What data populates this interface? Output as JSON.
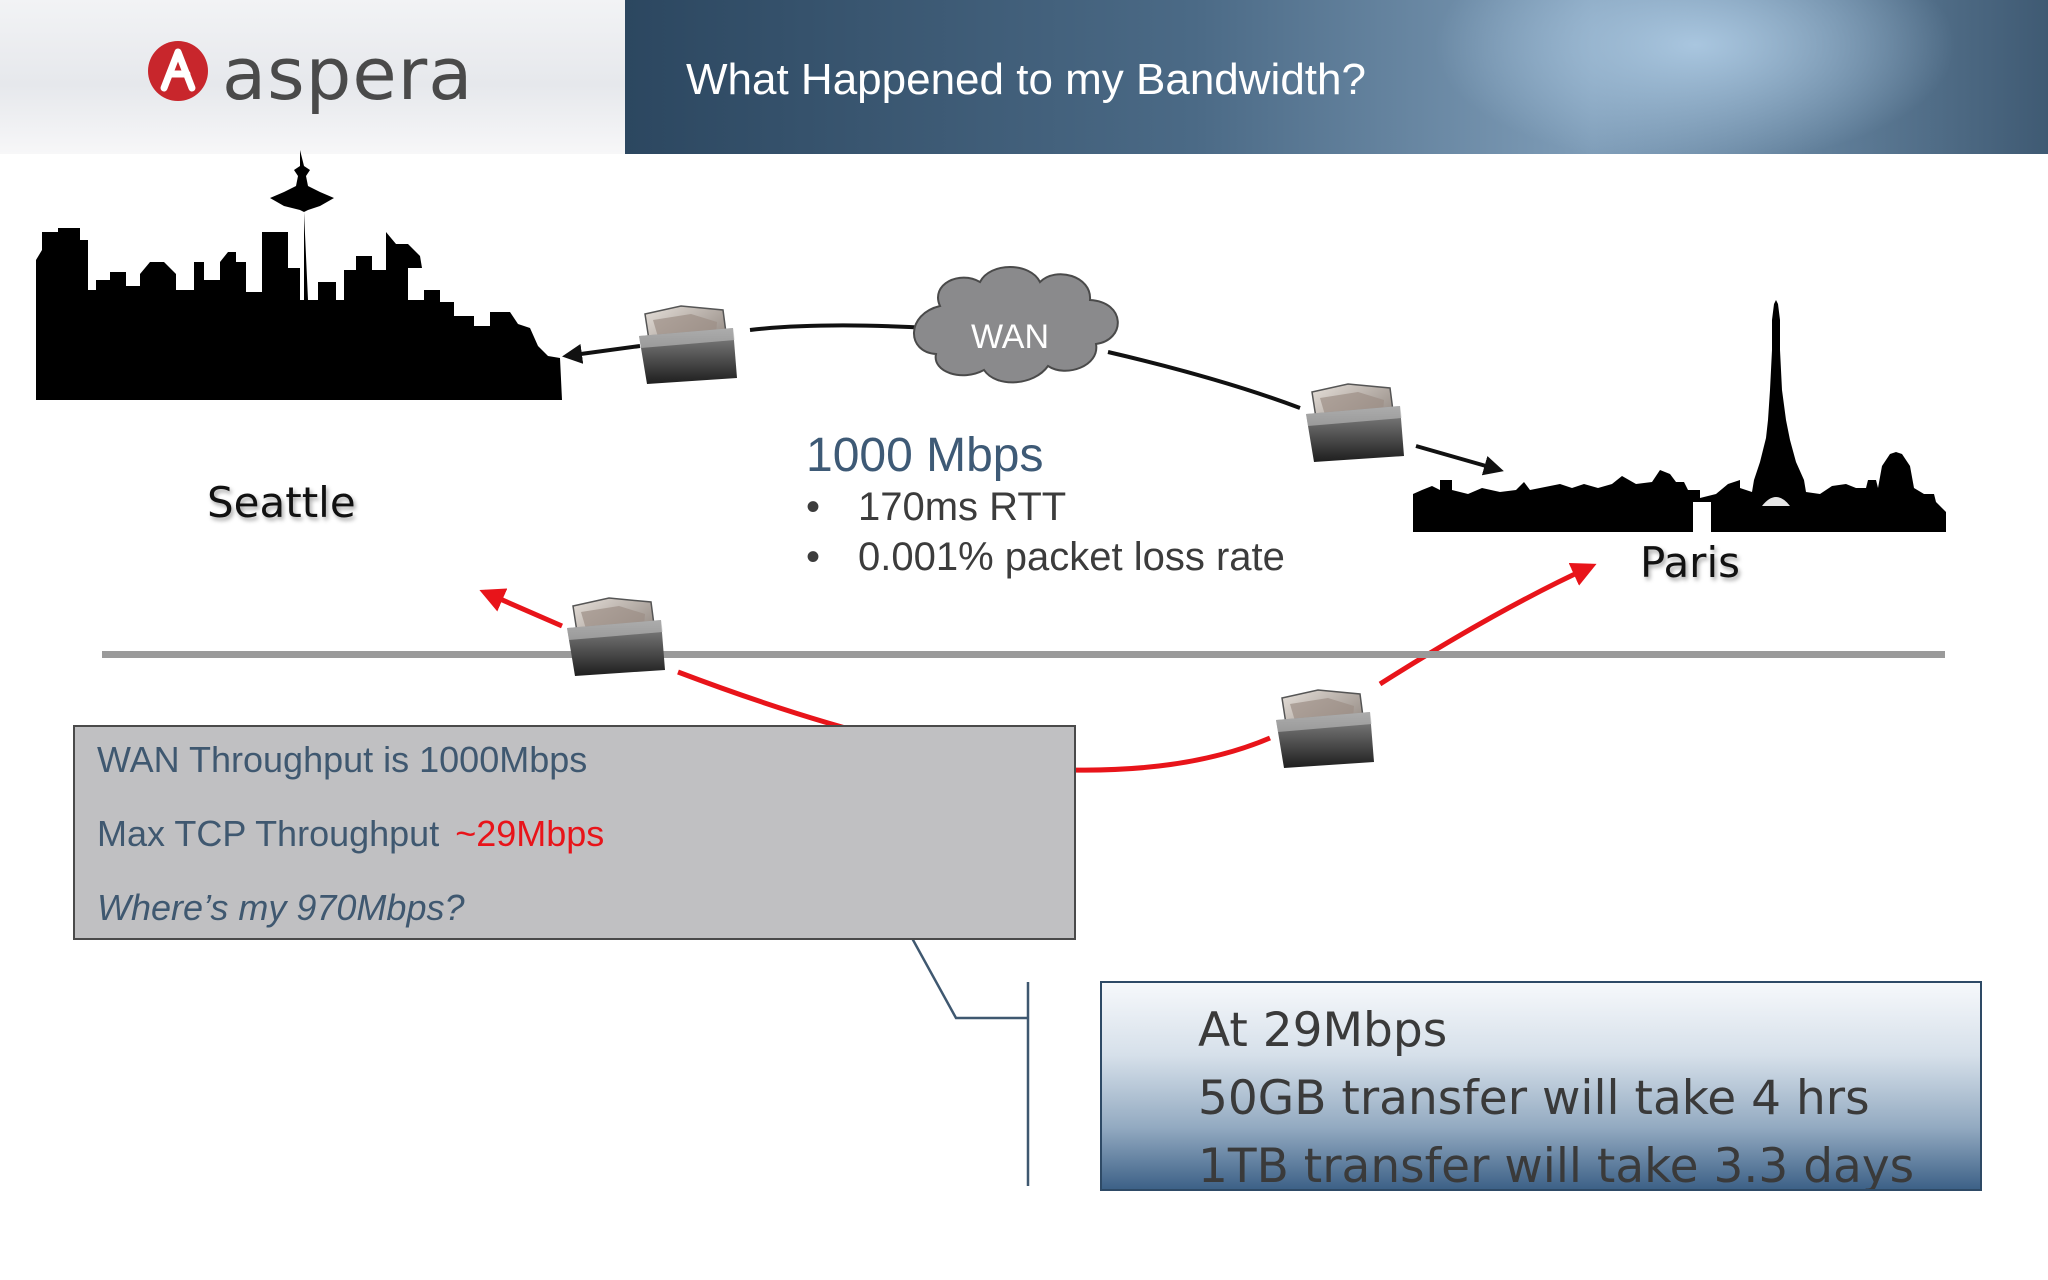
{
  "header": {
    "logo_text": "aspera",
    "title": "What Happened to my Bandwidth?"
  },
  "cities": {
    "left": "Seattle",
    "right": "Paris"
  },
  "network": {
    "cloud_label": "WAN",
    "link_speed": "1000 Mbps",
    "specs": [
      "170ms RTT",
      "0.001% packet loss rate"
    ],
    "bullet": "•"
  },
  "stats_box": {
    "wan_throughput": "WAN Throughput is 1000Mbps",
    "tcp_label": "Max TCP Throughput",
    "tcp_value": "~29Mbps",
    "question": "Where’s my 970Mbps?"
  },
  "result_box": {
    "line1": "At 29Mbps",
    "line2": "50GB transfer will take 4 hrs",
    "line3": "1TB transfer will take 3.3 days"
  },
  "colors": {
    "title_band": "#3f5a73",
    "path_black": "#111111",
    "path_red": "#e8141a",
    "stats_box_fill": "#c0c0c2",
    "tcp_value": "#e8141a",
    "link_speed": "#3e5a76"
  },
  "icons": {
    "logo": "aspera-logo-icon",
    "folder": "photo-folder-icon",
    "cloud": "wan-cloud-icon"
  }
}
